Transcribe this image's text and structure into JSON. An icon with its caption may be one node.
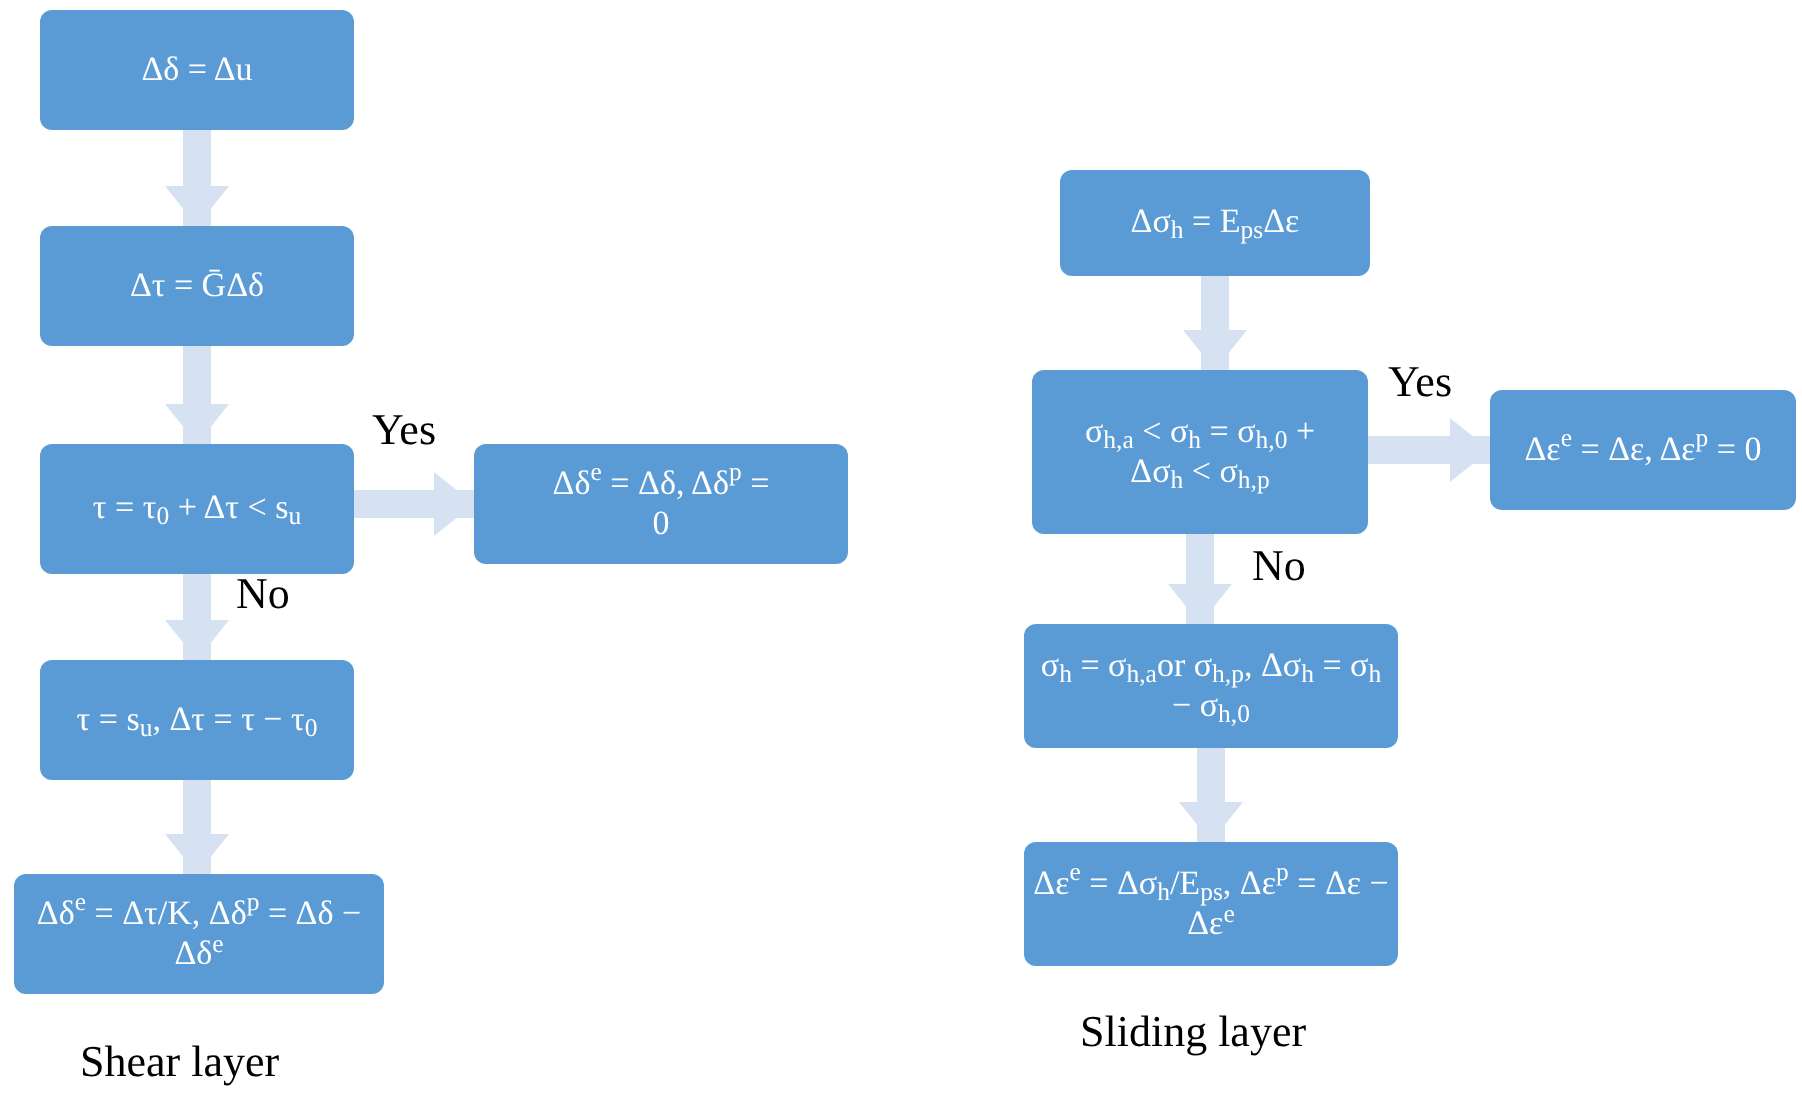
{
  "diagram": {
    "nodes": [
      {
        "text": [
          "Δδ = Δu"
        ]
      },
      {
        "text": [
          "Δτ = ḠΔδ"
        ]
      },
      {
        "text": [
          "τ = τ$_{0}$ + Δτ < s$_{u}$"
        ]
      },
      {
        "text": [
          "Δδ$^{e}$ = Δδ, Δδ$^{p}$ = 0"
        ]
      },
      {
        "text": [
          "τ = s$_{u}$, Δτ = τ − τ$_{0}$"
        ]
      },
      {
        "text": [
          "Δδ$^{e}$ = Δτ/K, Δδ$^{p}$ = Δδ − Δδ$^{e}$"
        ]
      },
      {
        "text": [
          "Δσ$_{h}$ = E$_{ps}$Δε"
        ]
      },
      {
        "text": [
          "σ$_{h,a}$ < σ$_{h}$ = σ$_{h,0}$ + Δσ$_{h}$ < σ$_{h,p}$"
        ]
      },
      {
        "text": [
          "Δε$^{e}$ = Δε, Δε$^{p}$ = 0"
        ]
      },
      {
        "text": [
          "σ$_{h}$ = σ$_{h,a}$or σ$_{h,p}$, Δσ$_{h}$ = σ$_{h}$ − σ$_{h,0}$"
        ]
      },
      {
        "text": [
          "Δε$^{e}$ = Δσ$_{h}$/E$_{ps}$, Δε$^{p}$ = Δε − Δε$^{e}$"
        ]
      }
    ],
    "edges": [
      {
        "from": 0,
        "to": 1,
        "arrow": "to"
      },
      {
        "from": 1,
        "to": 2,
        "arrow": "to"
      },
      {
        "from": 2,
        "to": 3,
        "arrow": "to",
        "label": "Yes"
      },
      {
        "from": 2,
        "to": 4,
        "arrow": "to",
        "label": "No"
      },
      {
        "from": 4,
        "to": 5,
        "arrow": "to"
      },
      {
        "from": 6,
        "to": 7,
        "arrow": "to"
      },
      {
        "from": 7,
        "to": 8,
        "arrow": "to",
        "label": "Yes"
      },
      {
        "from": 7,
        "to": 9,
        "arrow": "to",
        "label": "No"
      },
      {
        "from": 9,
        "to": 10,
        "arrow": "to"
      }
    ],
    "labels": [
      "Shear layer",
      "Sliding layer"
    ]
  }
}
